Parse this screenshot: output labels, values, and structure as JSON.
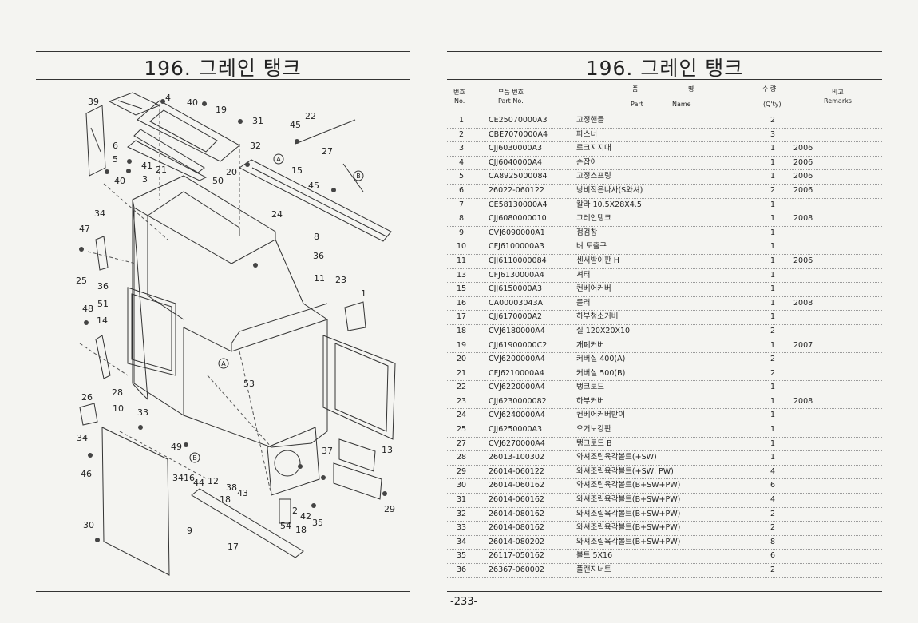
{
  "left": {
    "title": "196. 그레인 탱크"
  },
  "right": {
    "title": "196. 그레인 탱크",
    "headers": {
      "no_ko": "번호",
      "no_en": "No.",
      "part_ko": "부품 번호",
      "part_en": "Part No.",
      "name_ko_1": "품",
      "name_ko_2": "명",
      "name_en_part": "Part",
      "name_en_name": "Name",
      "qty_ko": "수 량",
      "qty_en": "(Q'ty)",
      "rem_ko": "비고",
      "rem_en": "Remarks"
    },
    "rows": [
      {
        "no": "1",
        "part": "CE25070000A3",
        "name": "고정핸들",
        "qty": "2",
        "rem": ""
      },
      {
        "no": "2",
        "part": "CBE7070000A4",
        "name": "파스너",
        "qty": "3",
        "rem": ""
      },
      {
        "no": "3",
        "part": "CJJ6030000A3",
        "name": "로크지지대",
        "qty": "1",
        "rem": "2006"
      },
      {
        "no": "4",
        "part": "CJJ6040000A4",
        "name": "손잡이",
        "qty": "1",
        "rem": "2006"
      },
      {
        "no": "5",
        "part": "CA8925000084",
        "name": "고정스프링",
        "qty": "1",
        "rem": "2006"
      },
      {
        "no": "6",
        "part": "26022-060122",
        "name": "낭비작은나사(S와셔)",
        "qty": "2",
        "rem": "2006"
      },
      {
        "no": "7",
        "part": "CE58130000A4",
        "name": "칼라 10.5X28X4.5",
        "qty": "1",
        "rem": ""
      },
      {
        "no": "8",
        "part": "CJJ6080000010",
        "name": "그레인탱크",
        "qty": "1",
        "rem": "2008"
      },
      {
        "no": "9",
        "part": "CVJ6090000A1",
        "name": "점검창",
        "qty": "1",
        "rem": ""
      },
      {
        "no": "10",
        "part": "CFJ6100000A3",
        "name": "벼 토출구",
        "qty": "1",
        "rem": ""
      },
      {
        "no": "11",
        "part": "CJJ6110000084",
        "name": "센서받이판 H",
        "qty": "1",
        "rem": "2006"
      },
      {
        "no": "13",
        "part": "CFJ6130000A4",
        "name": "셔터",
        "qty": "1",
        "rem": ""
      },
      {
        "no": "15",
        "part": "CJJ6150000A3",
        "name": "컨베어커버",
        "qty": "1",
        "rem": ""
      },
      {
        "no": "16",
        "part": "CA00003043A",
        "name": "롤러",
        "qty": "1",
        "rem": "2008"
      },
      {
        "no": "17",
        "part": "CJJ6170000A2",
        "name": "하부청소커버",
        "qty": "1",
        "rem": ""
      },
      {
        "no": "18",
        "part": "CVJ6180000A4",
        "name": "실 120X20X10",
        "qty": "2",
        "rem": ""
      },
      {
        "no": "19",
        "part": "CJJ61900000C2",
        "name": "개폐커버",
        "qty": "1",
        "rem": "2007"
      },
      {
        "no": "20",
        "part": "CVJ6200000A4",
        "name": "커버실 400(A)",
        "qty": "2",
        "rem": ""
      },
      {
        "no": "21",
        "part": "CFJ6210000A4",
        "name": "커버실 500(B)",
        "qty": "2",
        "rem": ""
      },
      {
        "no": "22",
        "part": "CVJ6220000A4",
        "name": "탱크로드",
        "qty": "1",
        "rem": ""
      },
      {
        "no": "23",
        "part": "CJJ6230000082",
        "name": "하부커버",
        "qty": "1",
        "rem": "2008"
      },
      {
        "no": "24",
        "part": "CVJ6240000A4",
        "name": "컨베어커버받이",
        "qty": "1",
        "rem": ""
      },
      {
        "no": "25",
        "part": "CJJ6250000A3",
        "name": "오거보강판",
        "qty": "1",
        "rem": ""
      },
      {
        "no": "27",
        "part": "CVJ6270000A4",
        "name": "탱크로드 B",
        "qty": "1",
        "rem": ""
      },
      {
        "no": "28",
        "part": "26013-100302",
        "name": "와셔조립육각볼트(+SW)",
        "qty": "1",
        "rem": ""
      },
      {
        "no": "29",
        "part": "26014-060122",
        "name": "와셔조립육각볼트(+SW, PW)",
        "qty": "4",
        "rem": ""
      },
      {
        "no": "30",
        "part": "26014-060162",
        "name": "와셔조립육각볼트(B+SW+PW)",
        "qty": "6",
        "rem": ""
      },
      {
        "no": "31",
        "part": "26014-060162",
        "name": "와셔조립육각볼트(B+SW+PW)",
        "qty": "4",
        "rem": ""
      },
      {
        "no": "32",
        "part": "26014-080162",
        "name": "와셔조립육각볼트(B+SW+PW)",
        "qty": "2",
        "rem": ""
      },
      {
        "no": "33",
        "part": "26014-080162",
        "name": "와셔조립육각볼트(B+SW+PW)",
        "qty": "2",
        "rem": ""
      },
      {
        "no": "34",
        "part": "26014-080202",
        "name": "와셔조립육각볼트(B+SW+PW)",
        "qty": "8",
        "rem": ""
      },
      {
        "no": "35",
        "part": "26117-050162",
        "name": "볼트 5X16",
        "qty": "6",
        "rem": ""
      },
      {
        "no": "36",
        "part": "26367-060002",
        "name": "플랜지너트",
        "qty": "2",
        "rem": ""
      }
    ],
    "page_number": "-233-"
  },
  "diagram": {
    "callouts": [
      "39",
      "4",
      "40",
      "19",
      "31",
      "22",
      "45",
      "6",
      "5",
      "41",
      "40",
      "3",
      "21",
      "20",
      "32",
      "27",
      "15",
      "50",
      "45",
      "24",
      "34",
      "47",
      "8",
      "36",
      "25",
      "11",
      "23",
      "1",
      "36",
      "51",
      "48",
      "14",
      "53",
      "26",
      "28",
      "10",
      "33",
      "34",
      "49",
      "46",
      "3416",
      "44",
      "12",
      "38",
      "43",
      "18",
      "37",
      "13",
      "30",
      "9",
      "17",
      "54",
      "42",
      "2",
      "35",
      "18",
      "29",
      "A",
      "A",
      "B",
      "B"
    ]
  }
}
